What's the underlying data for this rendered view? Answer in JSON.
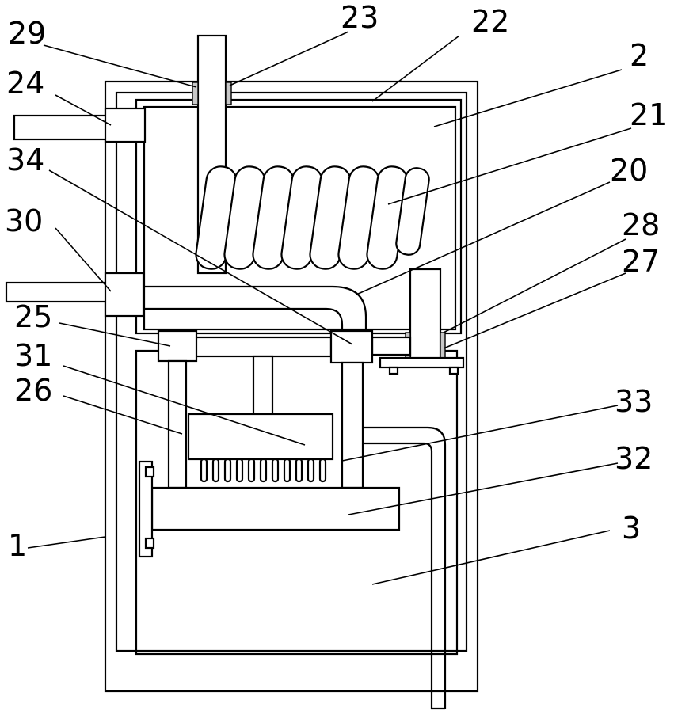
{
  "diagram": {
    "labels": {
      "l1": "1",
      "l2": "2",
      "l3": "3",
      "l20": "20",
      "l21": "21",
      "l22": "22",
      "l23": "23",
      "l24": "24",
      "l25": "25",
      "l26": "26",
      "l27": "27",
      "l28": "28",
      "l29": "29",
      "l30": "30",
      "l31": "31",
      "l32": "32",
      "l33": "33",
      "l34": "34"
    }
  }
}
